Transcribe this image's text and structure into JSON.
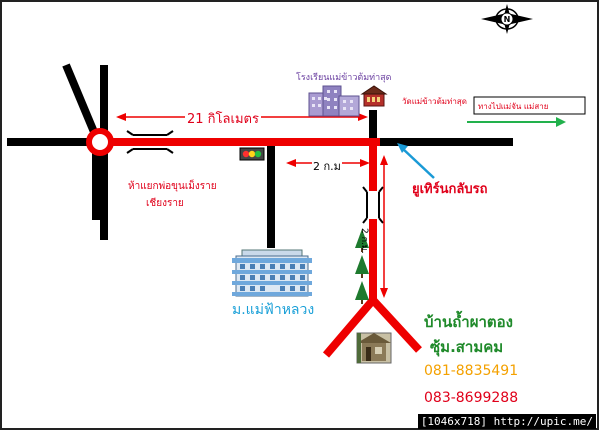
{
  "labels": {
    "distance_21km": "21 กิโลเมตร",
    "school_name": "โรงเรียนแม่ข้าวต้มท่าสุด",
    "temple_name": "วัดแม่ข้าวต้มท่าสุด",
    "to_maechan_maesai": "ทางไปแม่จัน   แม่สาย",
    "distance_2km_h": "2 ก.ม",
    "distance_2km_v": "2 ก.ม.",
    "intersection_name_1": "ห้าแยกพ่อขุนเม็งราย",
    "intersection_name_2": "เชียงราย",
    "uturn_label": "ยูเทิร์นกลับรถ",
    "university_name": "ม.แม่ฟ้าหลวง",
    "village_name": "บ้านถ้ำผาตอง",
    "soi_name": "ซุ้ม.สามคม",
    "phone_1": "081-8835491",
    "phone_2": "083-8699288",
    "watermark": "[1046x718] http://upic.me/"
  },
  "colors": {
    "road_black": "#000000",
    "route_red": "#ee0000",
    "arrow_blue": "#1a9ad6",
    "arrow_green": "#22b14c",
    "trees": "#1e7a2e",
    "university": "#6fa8dc",
    "school": "#9b8fc8",
    "temple": "#b5302a"
  },
  "icons": [
    "compass-icon",
    "traffic-light-icon",
    "school-building-icon",
    "temple-icon",
    "university-building-icon",
    "tree-icon",
    "house-photo-icon"
  ]
}
